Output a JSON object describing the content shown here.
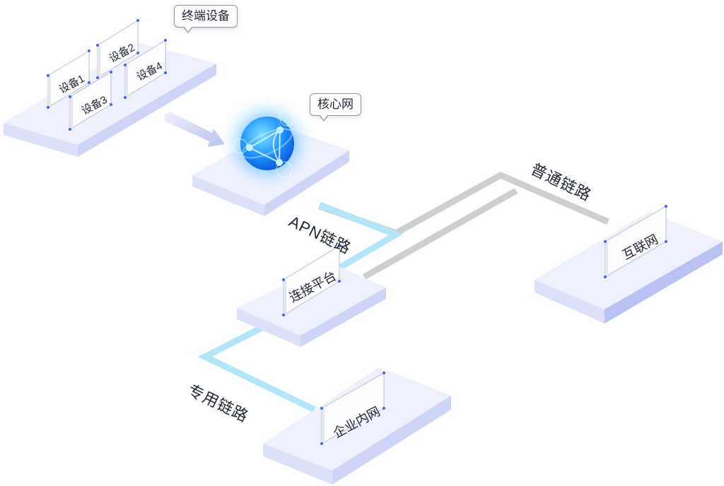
{
  "callouts": {
    "terminal_devices": "终端设备",
    "core_network": "核心网"
  },
  "devices": [
    "设备1",
    "设备2",
    "设备3",
    "设备4"
  ],
  "nodes": {
    "connection_platform": "连接平台",
    "internet": "互联网",
    "enterprise_intranet": "企业内网"
  },
  "links": {
    "apn": "APN链路",
    "normal": "普通链路",
    "dedicated": "专用链路"
  },
  "colors": {
    "platform_top": "#eef0fd",
    "platform_side": "#dde1f8",
    "platform_front": "#c9cff4",
    "apn_link": "#b3e6fa",
    "normal_link": "#cfcfcf",
    "card_border": "#4466ee",
    "globe": "#1a8cff"
  }
}
